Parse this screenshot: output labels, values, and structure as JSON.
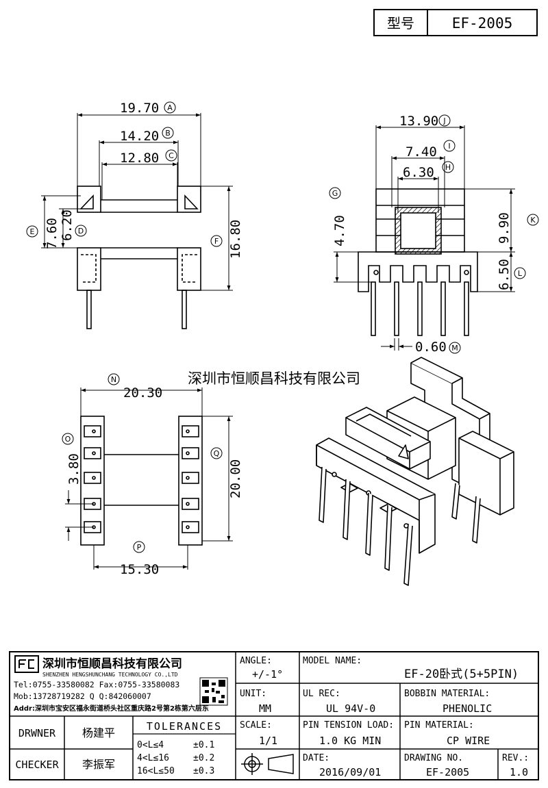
{
  "header": {
    "label": "型号",
    "value": "EF-2005"
  },
  "dimensions": {
    "top_left": {
      "a": {
        "value": "19.70",
        "tag": "A"
      },
      "b": {
        "value": "14.20",
        "tag": "B"
      },
      "c": {
        "value": "12.80",
        "tag": "C"
      },
      "d": {
        "value": "6.20",
        "tag": "D"
      },
      "e": {
        "value": "7.60",
        "tag": "E"
      },
      "f": {
        "value": "16.80",
        "tag": "F"
      }
    },
    "top_right": {
      "j": {
        "value": "13.90",
        "tag": "J"
      },
      "i": {
        "value": "7.40",
        "tag": "I"
      },
      "h": {
        "value": "6.30",
        "tag": "H"
      },
      "g": {
        "value": "4.70",
        "tag": "G"
      },
      "k": {
        "value": "9.90",
        "tag": "K"
      },
      "l": {
        "value": "6.50",
        "tag": "L"
      },
      "m": {
        "value": "0.60",
        "tag": "M"
      }
    },
    "bottom_left": {
      "n": {
        "value": "20.30",
        "tag": "N"
      },
      "o": {
        "value": "3.80",
        "tag": "O"
      },
      "q": {
        "value": "20.00",
        "tag": "Q"
      },
      "p": {
        "value": "15.30",
        "tag": "P"
      }
    }
  },
  "watermark": "深圳市恒顺昌科技有限公司",
  "company": {
    "name_cn": "深圳市恒顺昌科技有限公司",
    "name_en": "SHENZHEN HENGSHUNCHANG TECHNOLOGY CO.,LTD",
    "tel_fax": "Tel:0755-33580082 Fax:0755-33580083",
    "mob_qq": "Mob:13728719282    Q  Q:842060007",
    "addr": "Addr:深圳市宝安区福永街道桥头社区重庆路2号第2栋第六层东"
  },
  "title_block": {
    "angle_label": "ANGLE:",
    "angle_value": "+/-1°",
    "unit_label": "UNIT:",
    "unit_value": "MM",
    "scale_label": "SCALE:",
    "scale_value": "1/1",
    "model_label": "MODEL NAME:",
    "model_value": "EF-20卧式(5+5PIN)",
    "ul_label": "UL REC:",
    "ul_value": "UL 94V-0",
    "bobbin_label": "BOBBIN MATERIAL:",
    "bobbin_value": "PHENOLIC",
    "tension_label": "PIN TENSION LOAD:",
    "tension_value": "1.0 KG MIN",
    "pin_label": "PIN MATERIAL:",
    "pin_value": "CP WIRE",
    "date_label": "DATE:",
    "date_value": "2016/09/01",
    "drawing_label": "DRAWING NO.",
    "drawing_value": "EF-2005",
    "rev_label": "REV.:",
    "rev_value": "1.0",
    "drawner_label": "DRWNER",
    "drawner_value": "杨建平",
    "checker_label": "CHECKER",
    "checker_value": "李振军",
    "tol_title": "TOLERANCES",
    "tol_rows": [
      {
        "range": "0<L≤4",
        "tol": "±0.1"
      },
      {
        "range": "4<L≤16",
        "tol": "±0.2"
      },
      {
        "range": "16<L≤50",
        "tol": "±0.3"
      }
    ]
  }
}
